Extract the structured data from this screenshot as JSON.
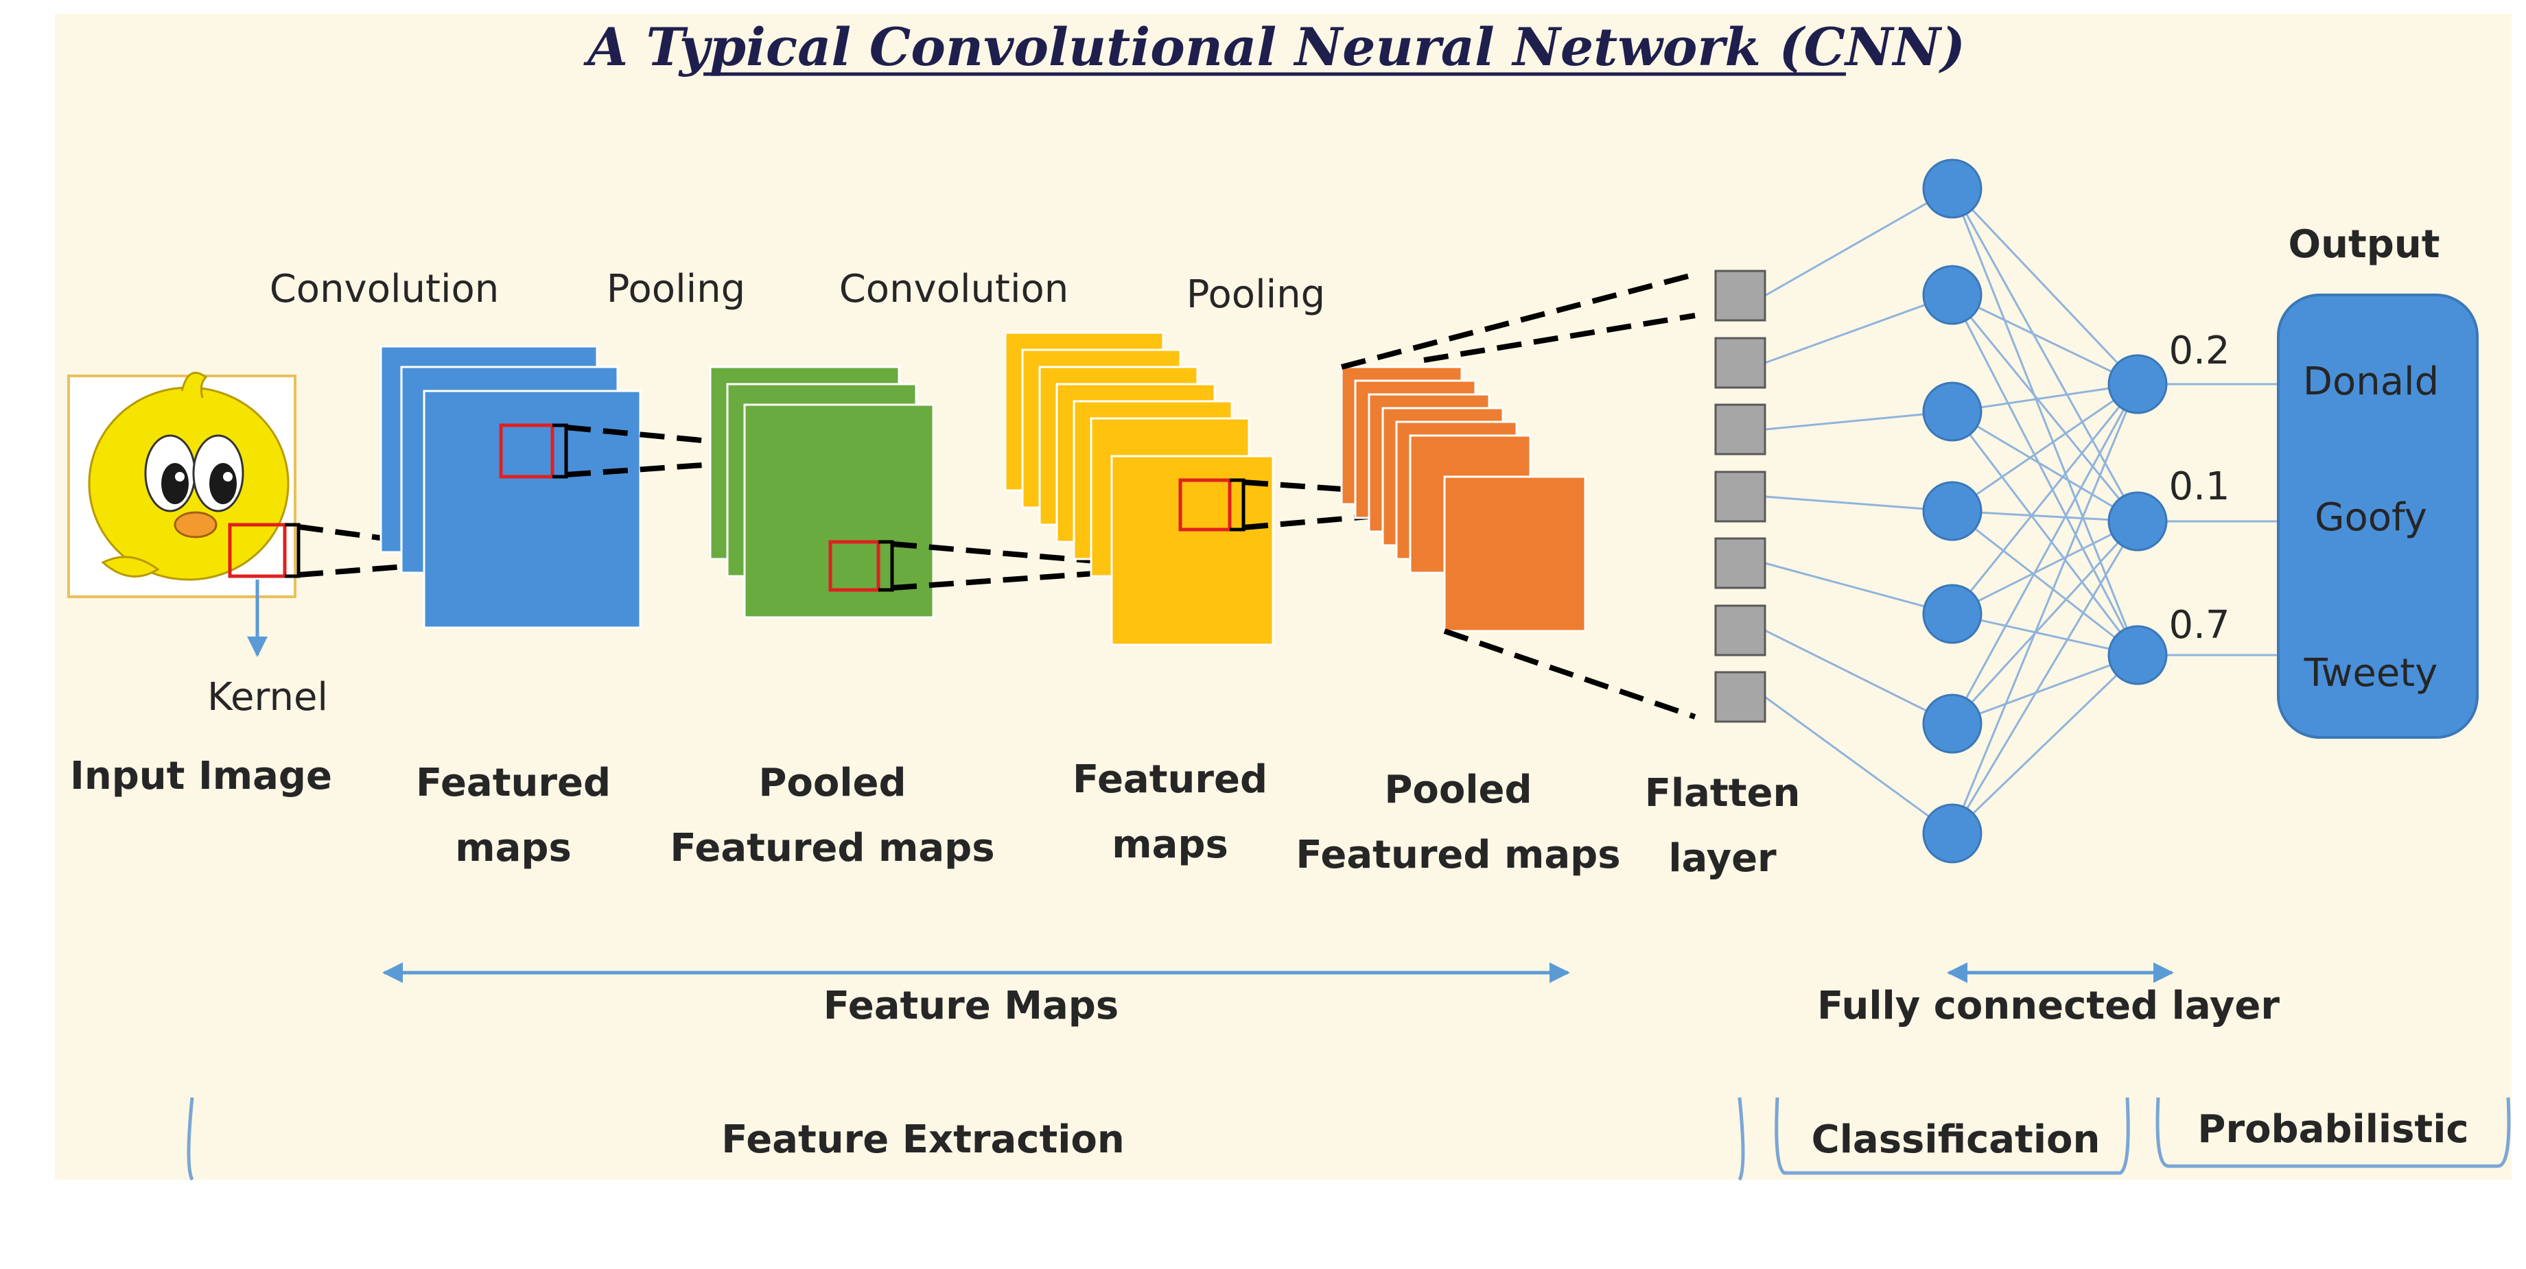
{
  "title": "A Typical Convolutional Neural Network (CNN)",
  "top_labels": {
    "convolution_1": "Convolution",
    "pooling_1": "Pooling",
    "convolution_2": "Convolution",
    "pooling_2": "Pooling"
  },
  "kernel_label": "Kernel",
  "layer_labels": {
    "input_image": "Input Image",
    "featured_maps_1_line1": "Featured",
    "featured_maps_1_line2": "maps",
    "pooled_1_line1": "Pooled",
    "pooled_1_line2": "Featured maps",
    "featured_maps_2_line1": "Featured",
    "featured_maps_2_line2": "maps",
    "pooled_2_line1": "Pooled",
    "pooled_2_line2": "Featured maps",
    "flatten_line1": "Flatten",
    "flatten_line2": "layer"
  },
  "output": {
    "heading": "Output",
    "classes": [
      {
        "label": "Donald",
        "probability": "0.2"
      },
      {
        "label": "Goofy",
        "probability": "0.1"
      },
      {
        "label": "Tweety",
        "probability": "0.7"
      }
    ]
  },
  "range_labels": {
    "feature_maps": "Feature Maps",
    "fully_connected": "Fully connected layer"
  },
  "stage_labels": {
    "feature_extraction": "Feature Extraction",
    "classification": "Classification",
    "probabilistic": "Probabilistic"
  },
  "colors": {
    "background": "#fdf7e6",
    "conv1_blue": "#4a90d9",
    "pool1_green": "#6aab3f",
    "conv2_yellow": "#ffc20e",
    "pool2_orange": "#ed7d31",
    "neuron_blue": "#4a90d9",
    "flatten_gray": "#a6a6a6",
    "kernel_red": "#e02020"
  }
}
